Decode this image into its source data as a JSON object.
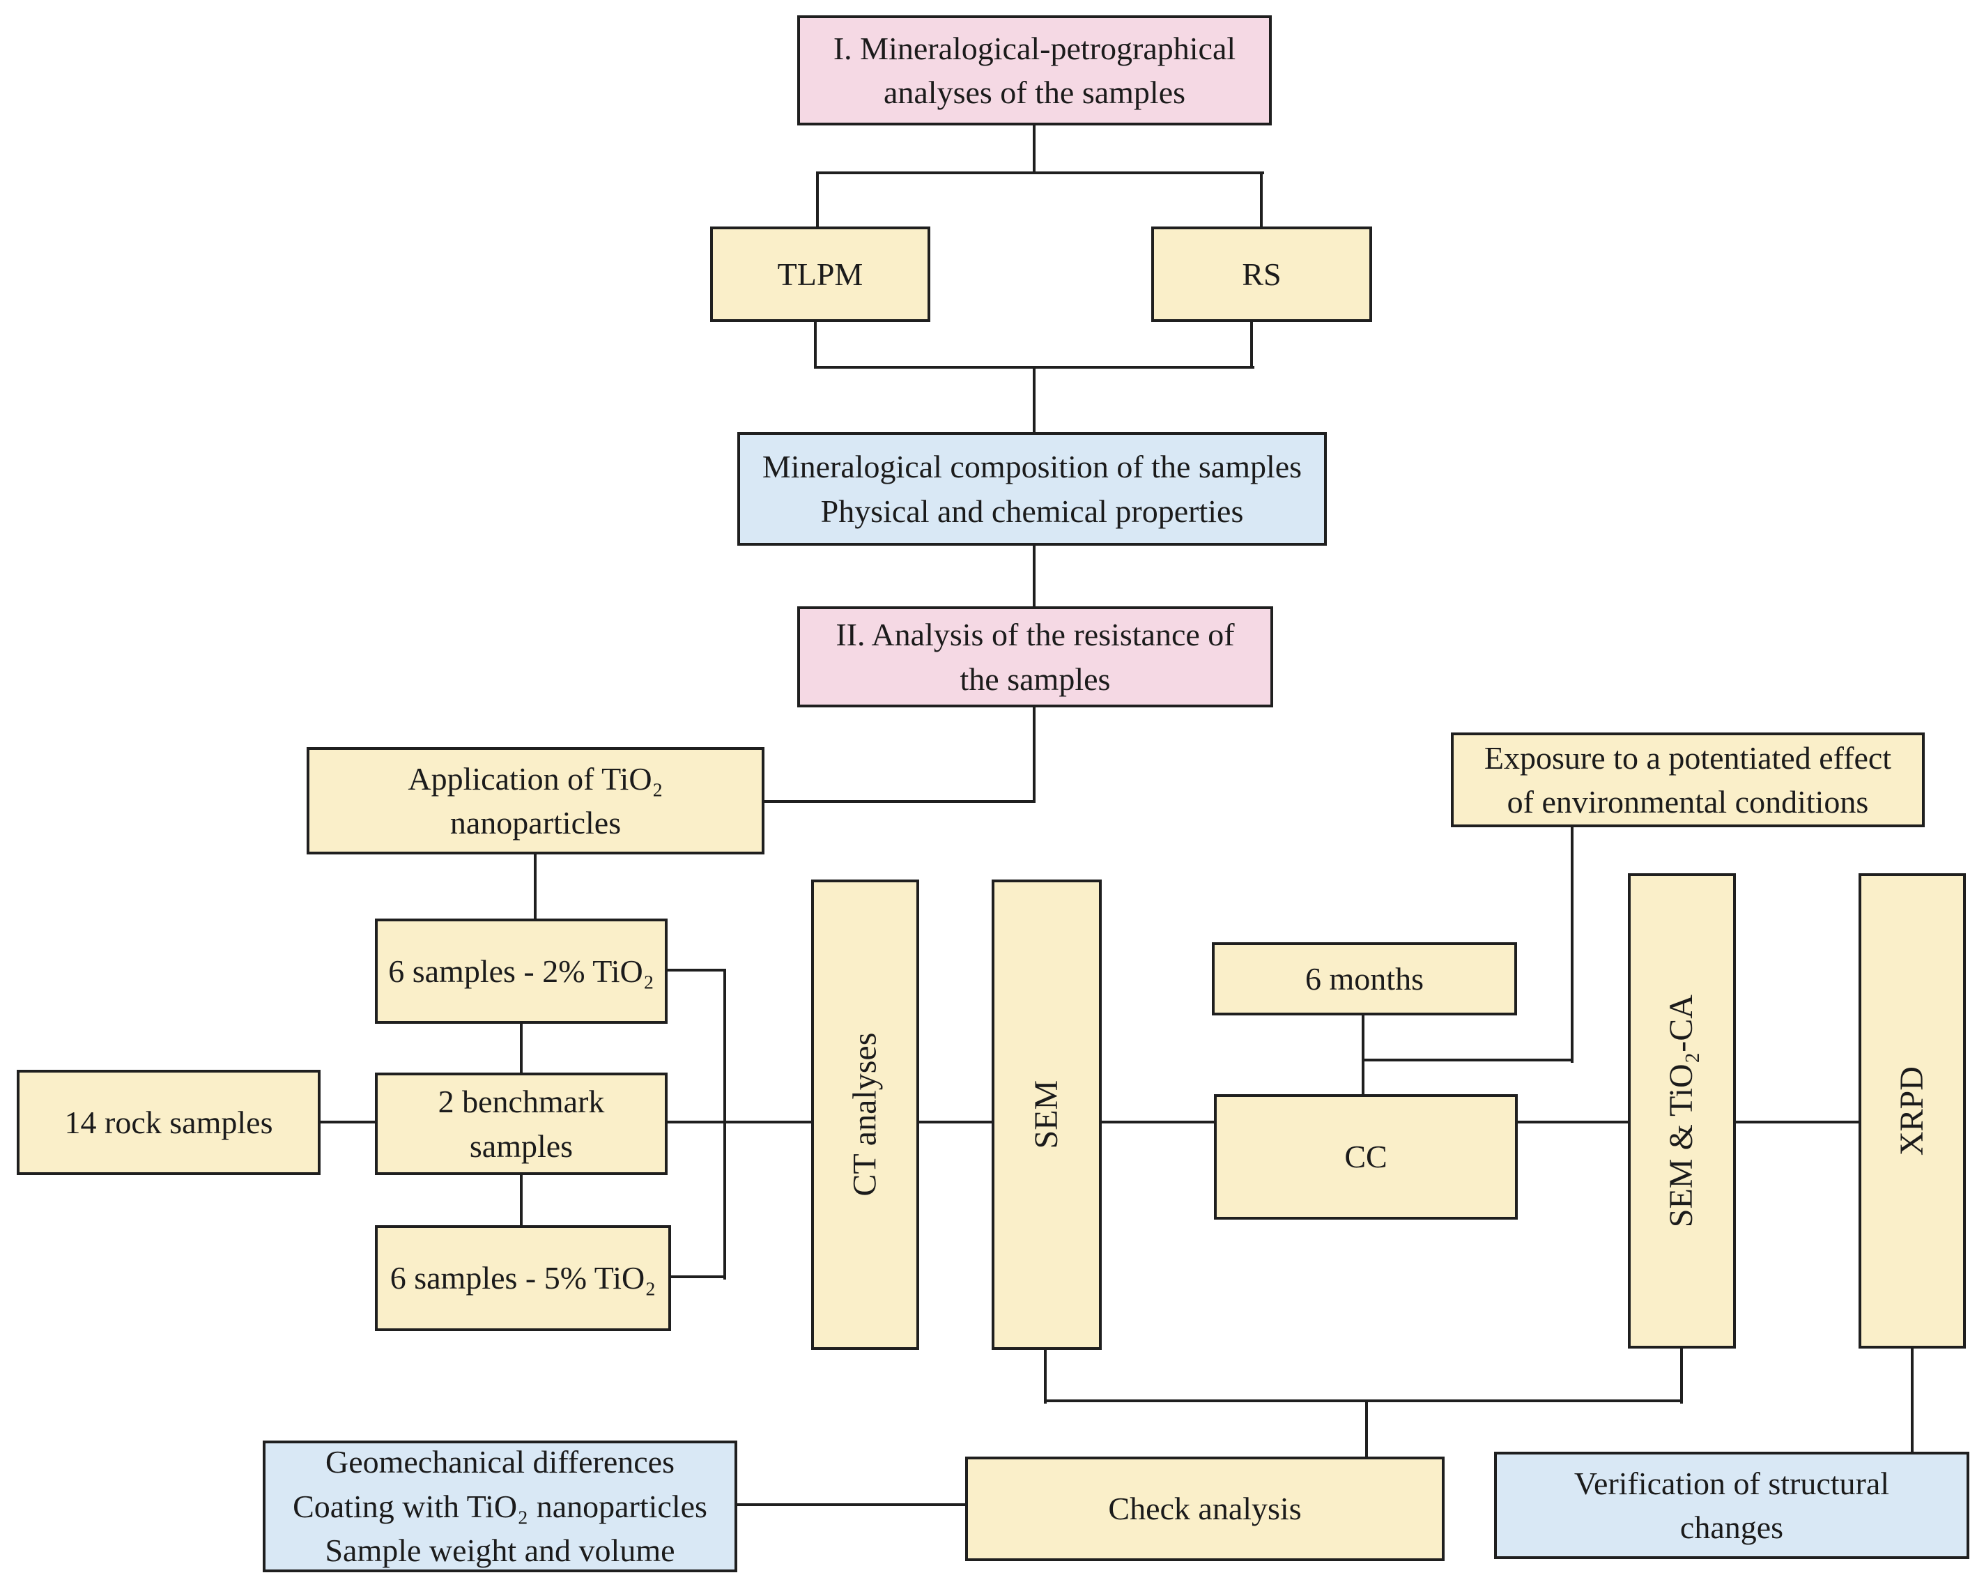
{
  "diagram": {
    "colors": {
      "stage_fill": "#f5d9e4",
      "process_fill": "#faefc9",
      "result_fill": "#d9e8f5",
      "border": "#1f1f1f",
      "line": "#1f1f1f",
      "background": "#ffffff"
    },
    "nodes": [
      {
        "id": "stage1",
        "kind": "stage",
        "label": "I. Mineralogical-petrographical\nanalyses of the samples"
      },
      {
        "id": "tlpm",
        "kind": "process",
        "label": "TLPM"
      },
      {
        "id": "rs",
        "kind": "process",
        "label": "RS"
      },
      {
        "id": "mineral",
        "kind": "result",
        "label": "Mineralogical composition of the samples\nPhysical and chemical properties"
      },
      {
        "id": "stage2",
        "kind": "stage",
        "label": "II. Analysis of the resistance of\nthe samples"
      },
      {
        "id": "application",
        "kind": "process",
        "label": "Application of TiO₂\nnanoparticles"
      },
      {
        "id": "exposure",
        "kind": "process",
        "label": "Exposure to a potentiated effect\nof environmental conditions"
      },
      {
        "id": "samples2pct",
        "kind": "process",
        "label": "6 samples - 2% TiO₂"
      },
      {
        "id": "rock14",
        "kind": "process",
        "label": "14 rock samples"
      },
      {
        "id": "benchmark",
        "kind": "process",
        "label": "2 benchmark samples"
      },
      {
        "id": "samples5pct",
        "kind": "process",
        "label": "6 samples - 5% TiO₂"
      },
      {
        "id": "ct",
        "kind": "process",
        "vertical": true,
        "label": "CT analyses"
      },
      {
        "id": "sem",
        "kind": "process",
        "vertical": true,
        "label": "SEM"
      },
      {
        "id": "months6",
        "kind": "process",
        "label": "6 months"
      },
      {
        "id": "cc",
        "kind": "process",
        "label": "CC"
      },
      {
        "id": "semtio2ca",
        "kind": "process",
        "vertical": true,
        "label": "SEM & TiO₂-CA"
      },
      {
        "id": "xrpd",
        "kind": "process",
        "vertical": true,
        "label": "XRPD"
      },
      {
        "id": "geo",
        "kind": "result",
        "label": "Geomechanical differences\nCoating with TiO₂ nanoparticles\nSample weight and volume"
      },
      {
        "id": "check",
        "kind": "process",
        "label": "Check analysis"
      },
      {
        "id": "verification",
        "kind": "result",
        "label": "Verification of structural\nchanges"
      }
    ],
    "edges": [
      {
        "from": "stage1",
        "to": "tlpm"
      },
      {
        "from": "stage1",
        "to": "rs"
      },
      {
        "from": "tlpm",
        "to": "mineral"
      },
      {
        "from": "rs",
        "to": "mineral"
      },
      {
        "from": "mineral",
        "to": "stage2"
      },
      {
        "from": "stage2",
        "to": "application"
      },
      {
        "from": "application",
        "to": "samples2pct"
      },
      {
        "from": "samples2pct",
        "to": "benchmark"
      },
      {
        "from": "benchmark",
        "to": "samples5pct"
      },
      {
        "from": "rock14",
        "to": "benchmark"
      },
      {
        "from": "samples2pct",
        "to": "ct"
      },
      {
        "from": "samples5pct",
        "to": "ct"
      },
      {
        "from": "benchmark",
        "to": "ct"
      },
      {
        "from": "ct",
        "to": "sem"
      },
      {
        "from": "sem",
        "to": "cc"
      },
      {
        "from": "months6",
        "to": "cc"
      },
      {
        "from": "exposure",
        "to": "cc"
      },
      {
        "from": "cc",
        "to": "semtio2ca"
      },
      {
        "from": "semtio2ca",
        "to": "xrpd"
      },
      {
        "from": "sem",
        "to": "check"
      },
      {
        "from": "semtio2ca",
        "to": "check"
      },
      {
        "from": "geo",
        "to": "check"
      },
      {
        "from": "xrpd",
        "to": "verification"
      }
    ]
  }
}
